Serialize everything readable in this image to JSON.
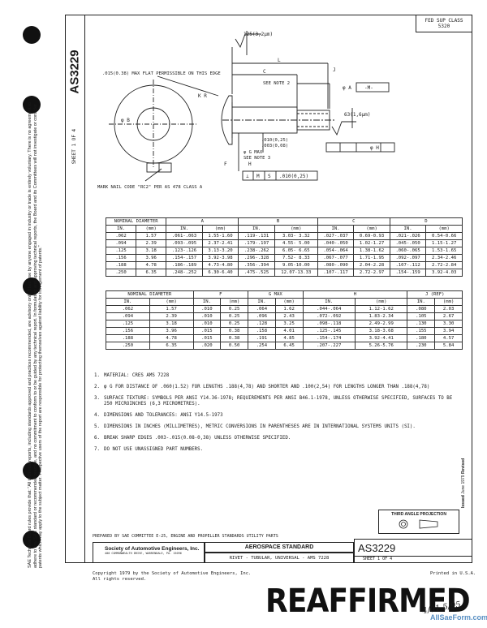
{
  "spec_number": "AS3229",
  "sheet_label": "SHEET 1 OF 4",
  "fsc_label": "FED SUP CLASS",
  "fsc_value": "5320",
  "disclaimer": "SAE Technical Board rules provide that: \"All technical reports, including standards approved and practices recommended, are advisory only. Their use by anyone engaged in industry or trade is entirely voluntary. There is no agreement to adhere to any SAE standard or recommended practice, and no commitment to conform to or be guided by any technical report. In formulating and approving technical reports, the Board and its Committees will not investigate or consider patents which may apply to the subject matter. Prospective users of the report are responsible for protecting themselves against liability for infringement of patents.\"",
  "drawing": {
    "surface_top": "125(3,2μm)",
    "flat_note": ".015(0.38) MAX FLAT PERMISSIBLE ON THIS EDGE",
    "see_note": "SEE NOTE 2",
    "label_L": "L",
    "label_C": "C",
    "label_J": "J",
    "label_KR": "K R",
    "label_dB": "φ B",
    "label_dA": "φ A",
    "label_M": "-M-",
    "surface_right": "63(1,6μm)",
    "h_dim1": ".010(0,25)",
    "h_dim2": ".003(0,08)",
    "g_max": "φ G MAX",
    "see_note3": "SEE NOTE 3",
    "dim_H": "H",
    "dim_F": "F",
    "feat_frame_sym": "⊥",
    "feat_frame_m": "M",
    "feat_frame_s": "S",
    "feat_frame_tol": ".010(0,25)",
    "pos_dim": "φ H",
    "mark_note": "MARK NAIL CODE \"RC2\" PER AS 478 CLASS A"
  },
  "table1": {
    "header_nominal": "NOMINAL DIAMETER",
    "header_A": "A",
    "header_B": "B",
    "header_C": "C",
    "header_D": "D",
    "units": [
      "IN.",
      "(mm)",
      "IN.",
      "(mm)",
      "IN.",
      "(mm)",
      "IN.",
      "(mm)",
      "IN.",
      "(mm)"
    ],
    "rows": [
      [
        ".062",
        "1.57",
        ".061-.063",
        "1.55-1.60",
        ".119-.131",
        "3.03- 3.32",
        ".027-.037",
        "0.69-0.93",
        ".021-.026",
        "0.54-0.66"
      ],
      [
        ".094",
        "2.39",
        ".093-.095",
        "2.37-2.41",
        ".179-.197",
        "4.55- 5.00",
        ".040-.050",
        "1.02-1.27",
        ".045-.050",
        "1.15-1.27"
      ],
      [
        ".125",
        "3.18",
        ".123-.126",
        "3.13-3.20",
        ".238-.262",
        "6.05- 6.65",
        ".054-.064",
        "1.38-1.62",
        ".060-.065",
        "1.53-1.65"
      ],
      [
        ".156",
        "3.96",
        ".154-.157",
        "3.92-3.98",
        ".296-.328",
        "7.52- 8.33",
        ".067-.077",
        "1.71-1.95",
        ".092-.097",
        "2.34-2.46"
      ],
      [
        ".188",
        "4.78",
        ".186-.189",
        "4.73-4.80",
        ".356-.394",
        "9.05-10.00",
        ".080-.090",
        "2.04-2.28",
        ".107-.112",
        "2.72-2.84"
      ],
      [
        ".250",
        "6.35",
        ".248-.252",
        "6.30-6.40",
        ".475-.525",
        "12.07-13.33",
        ".107-.117",
        "2.72-2.97",
        ".154-.159",
        "3.92-4.03"
      ]
    ]
  },
  "table2": {
    "header_nominal": "NOMINAL DIAMETER",
    "header_F": "F",
    "header_G": "G MAX",
    "header_H": "H",
    "header_J": "J (REF)",
    "units": [
      "IN.",
      "(mm)",
      "IN.",
      "(mm)",
      "IN.",
      "(mm)",
      "IN.",
      "(mm)",
      "IN.",
      "(mm)"
    ],
    "rows": [
      [
        ".062",
        "1.57",
        ".010",
        "0.25",
        ".064",
        "1.62",
        ".044-.064",
        "1.12-1.62",
        ".080",
        "2.03"
      ],
      [
        ".094",
        "2.39",
        ".010",
        "0.25",
        ".096",
        "2.43",
        ".072-.092",
        "1.83-2.34",
        ".105",
        "2.67"
      ],
      [
        ".125",
        "3.18",
        ".010",
        "0.25",
        ".128",
        "3.25",
        ".098-.118",
        "2.49-2.99",
        ".130",
        "3.30"
      ],
      [
        ".156",
        "3.96",
        ".015",
        "0.38",
        ".158",
        "4.01",
        ".125-.145",
        "3.18-3.68",
        ".155",
        "3.94"
      ],
      [
        ".188",
        "4.78",
        ".015",
        "0.38",
        ".191",
        "4.85",
        ".154-.174",
        "3.92-4.41",
        ".180",
        "4.57"
      ],
      [
        ".250",
        "6.35",
        ".020",
        "0.50",
        ".254",
        "6.45",
        ".207-.227",
        "5.26-5.76",
        ".230",
        "5.84"
      ]
    ]
  },
  "notes": [
    {
      "num": "1.",
      "text": "MATERIAL:  CRES AMS 7228"
    },
    {
      "num": "2.",
      "text": "φ G FOR DISTANCE OF .060(1.52) FOR LENGTHS .188(4,78) AND SHORTER AND .100(2,54) FOR LENGTHS LONGER THAN .188(4,78)"
    },
    {
      "num": "3.",
      "text": "SURFACE TEXTURE:  SYMBOLS PER ANSI Y14.36-1978; REQUIREMENTS PER ANSI B46.1-1978, UNLESS OTHERWISE SPECIFIED, SURFACES TO BE 250 MICROINCHES (6,3 MICROMETRES)."
    },
    {
      "num": "4.",
      "text": "DIMENSIONS AND TOLERANCES:  ANSI Y14.5-1973"
    },
    {
      "num": "5.",
      "text": "DIMENSIONS IN INCHES (MILLIMETRES), METRIC CONVERSIONS IN PARENTHESES ARE IN INTERNATIONAL SYSTEMS UNITS (SI)."
    },
    {
      "num": "6.",
      "text": "BREAK SHARP EDGES .003-.015(0.08-0,38) UNLESS OTHERWISE SPECIFIED."
    },
    {
      "num": "7.",
      "text": "DO NOT USE UNASSIGNED PART NUMBERS."
    }
  ],
  "third_angle": "THIRD ANGLE PROJECTION",
  "side_issued": "Issued",
  "side_date": "June 1979",
  "side_revised": "Revised",
  "title_block": {
    "prepared_by": "PREPARED BY SAE COMMITTEE E-25, ENGINE AND PROPELLER STANDARDS UTILITY PARTS",
    "org": "Society of Automotive Engineers, Inc.",
    "org_address": "400 COMMONWEALTH DRIVE, WARRENDALE, PA. 15096",
    "category": "AEROSPACE   STANDARD",
    "title": "RIVET - TUBULAR, UNIVERSAL - AMS 7228",
    "spec": "AS3229",
    "sheet": "SHEET 1 OF 4"
  },
  "copyright": "Copyright 1979 by the Society of Automotive Engineers, Inc.",
  "rights": "All rights reserved.",
  "printed": "Printed in U.S.A.",
  "stamp": "REAFFIRMED",
  "stamp_date": "4/01 5/95",
  "watermark": "AllSaeForm.com"
}
